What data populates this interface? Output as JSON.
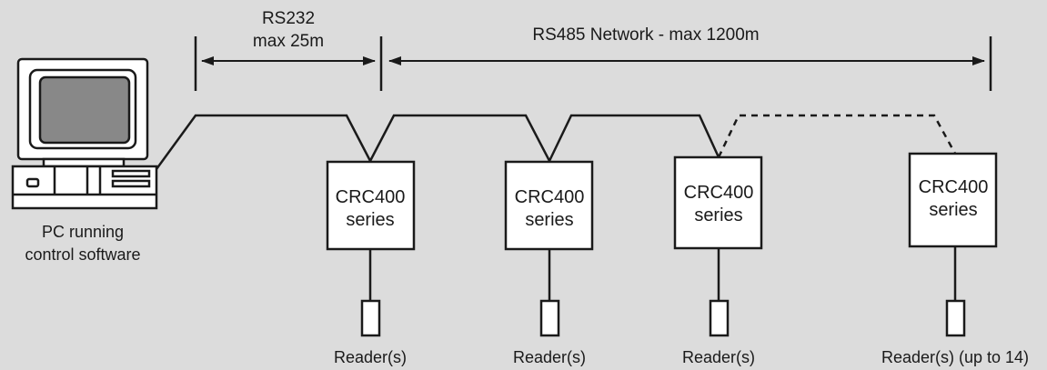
{
  "spans": {
    "rs232": {
      "line1": "RS232",
      "line2": "max 25m"
    },
    "rs485": {
      "label": "RS485 Network - max 1200m"
    }
  },
  "pc": {
    "line1": "PC running",
    "line2": "control software"
  },
  "controllers": [
    {
      "line1": "CRC400",
      "line2": "series",
      "reader": "Reader(s)"
    },
    {
      "line1": "CRC400",
      "line2": "series",
      "reader": "Reader(s)"
    },
    {
      "line1": "CRC400",
      "line2": "series",
      "reader": "Reader(s)"
    },
    {
      "line1": "CRC400",
      "line2": "series",
      "reader": "Reader(s) (up to 14)"
    }
  ],
  "colors": {
    "background": "#dcdcdc",
    "ink": "#1a1a1a",
    "fill": "#ffffff"
  }
}
